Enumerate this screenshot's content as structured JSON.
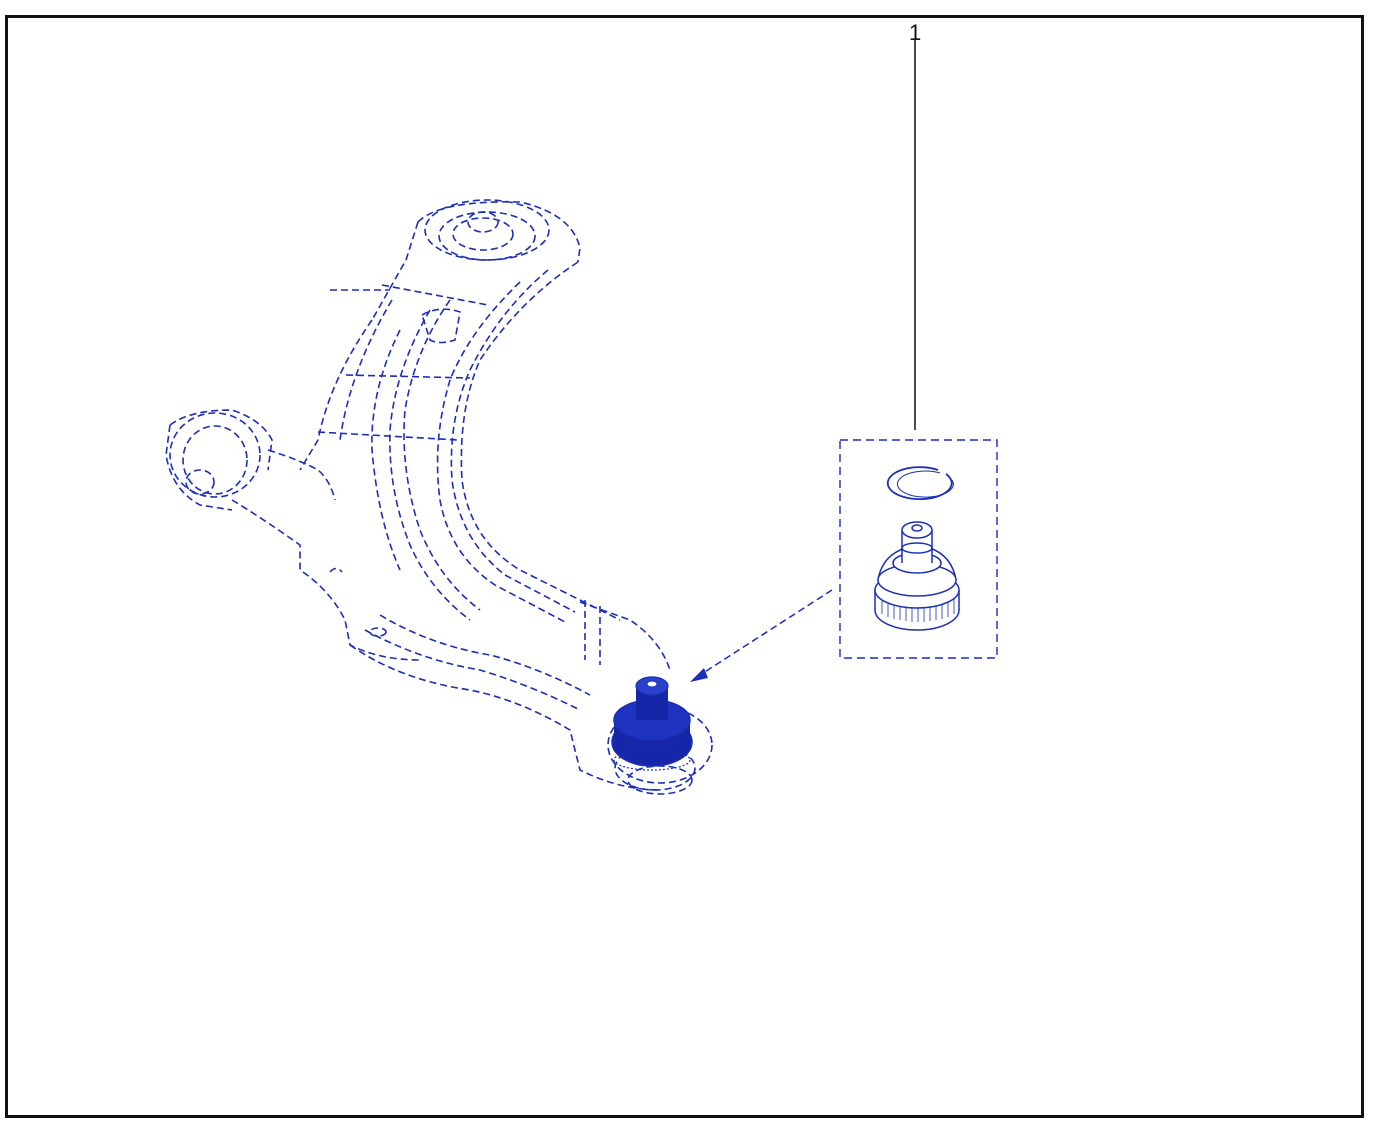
{
  "diagram": {
    "callouts": [
      {
        "label": "1"
      }
    ],
    "colors": {
      "line": "#1a2fb5",
      "fill_dark": "#1626a8",
      "frame": "#111111",
      "leader": "#111111"
    },
    "parts": [
      {
        "name": "control-arm",
        "style": "dashed-phantom"
      },
      {
        "name": "ball-joint",
        "style": "solid-highlighted"
      },
      {
        "name": "retaining-ring",
        "style": "solid-detail"
      }
    ]
  }
}
